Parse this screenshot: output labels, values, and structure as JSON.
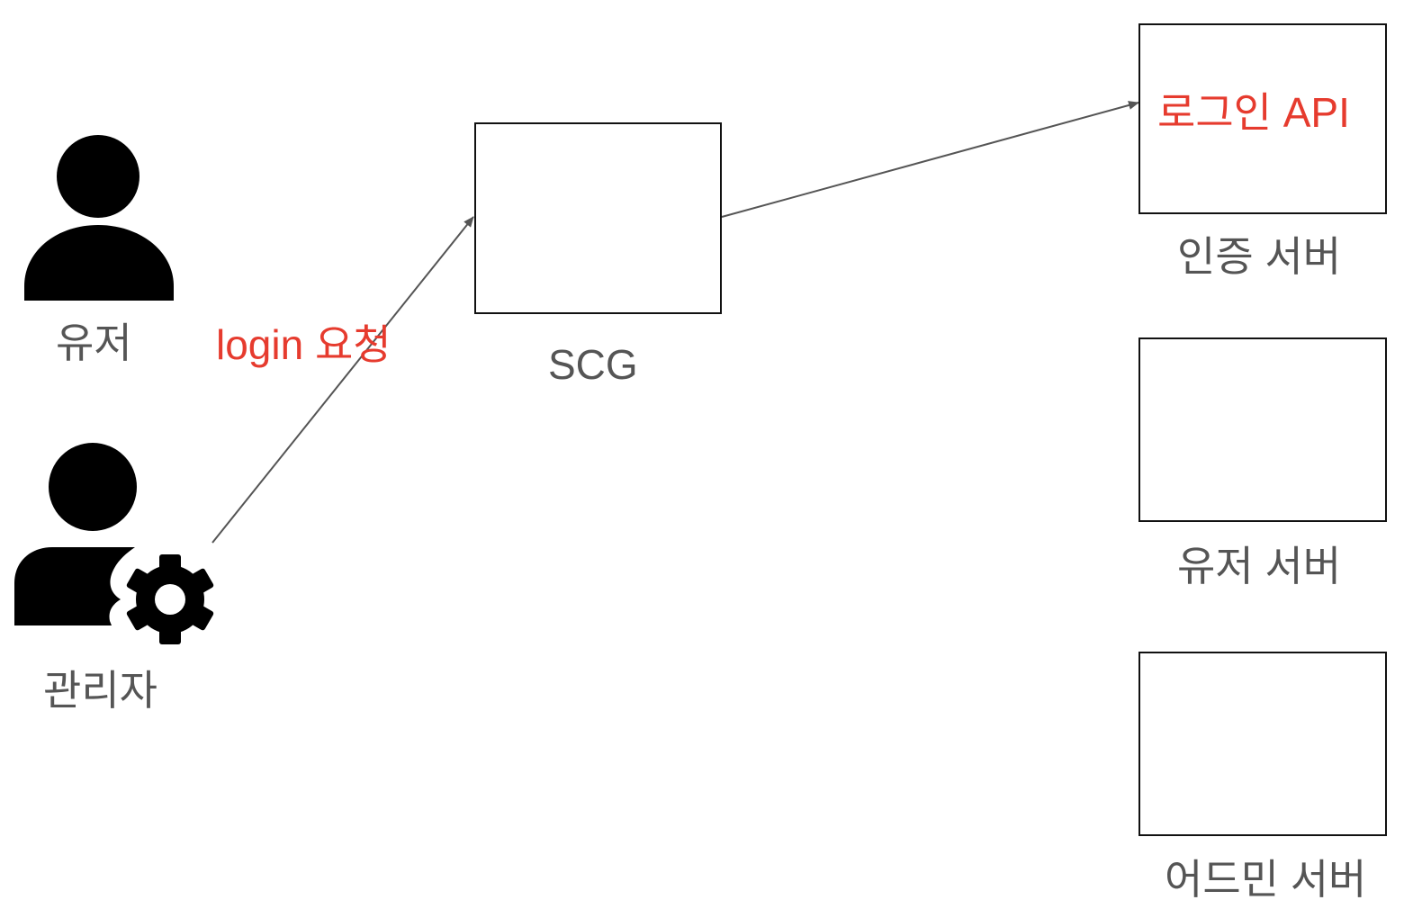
{
  "actors": {
    "user": {
      "label": "유저"
    },
    "admin": {
      "label": "관리자"
    }
  },
  "edges": {
    "login_request": {
      "label": "login 요청"
    }
  },
  "nodes": {
    "scg": {
      "label": "SCG"
    },
    "auth_server": {
      "label": "인증 서버",
      "inner_label": "로그인 API"
    },
    "user_server": {
      "label": "유저 서버"
    },
    "admin_server": {
      "label": "어드민 서버"
    }
  },
  "colors": {
    "highlight": "#e63b2e",
    "label_text": "#555555",
    "stroke": "#111111",
    "arrow": "#555555"
  }
}
